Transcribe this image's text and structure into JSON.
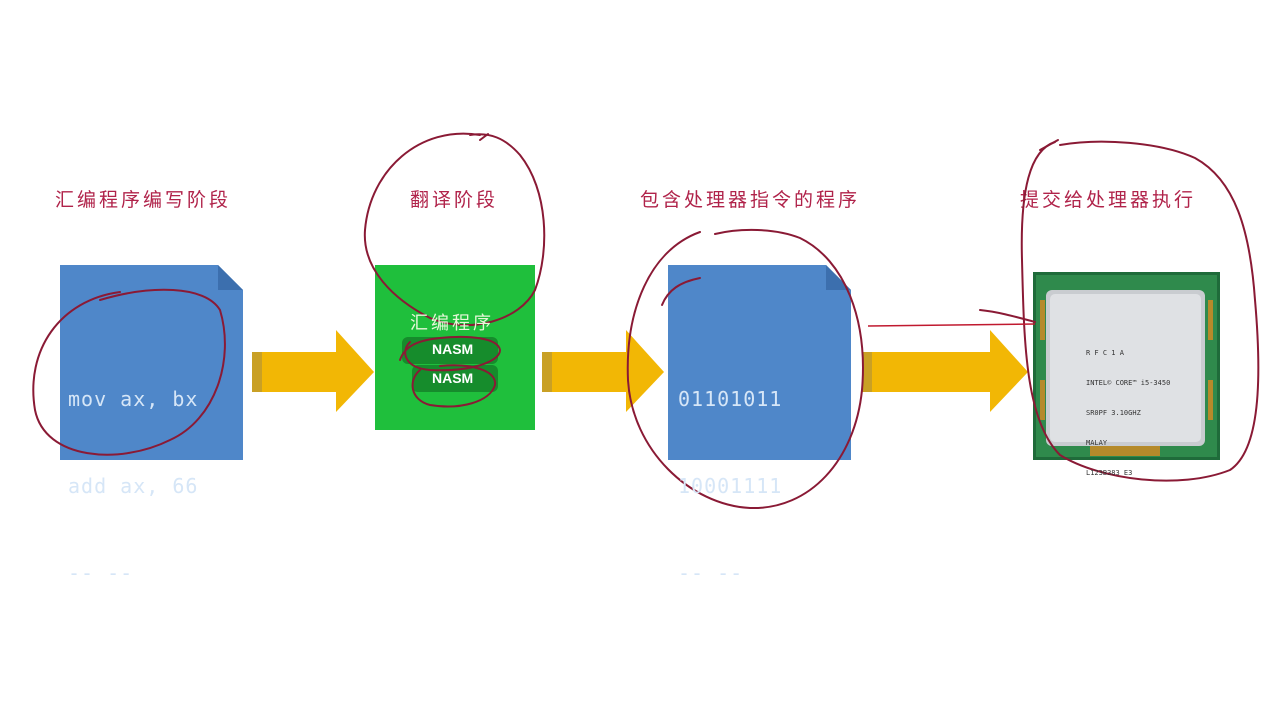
{
  "stages": {
    "write": {
      "label": "汇编程序编写阶段",
      "code_lines": [
        "mov ax, bx",
        "add ax, 66",
        "-- --"
      ]
    },
    "translate": {
      "label": "翻译阶段",
      "box_title": "汇编程序",
      "tools": [
        "NASM",
        "NASM"
      ]
    },
    "machine": {
      "label": "包含处理器指令的程序",
      "code_lines": [
        "01101011",
        "10001111",
        "-- --"
      ]
    },
    "execute": {
      "label": "提交给处理器执行",
      "chip_text": [
        "R F C 1 A",
        "INTEL© CORE™ i5-3450",
        "SR0PF 3.10GHZ",
        "MALAY",
        "L123B383 E3"
      ]
    }
  },
  "colors": {
    "doc_blue": "#4f87c9",
    "green_box": "#1fbf3c",
    "arrow": "#f2b705",
    "ink": "#8a1a35",
    "label": "#b0234a"
  }
}
